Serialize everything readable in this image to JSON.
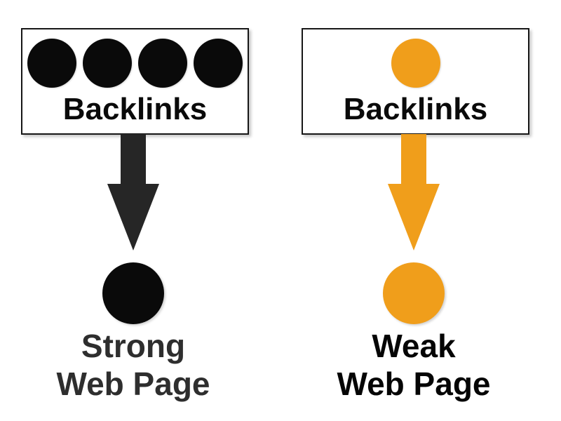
{
  "diagram": {
    "columns": [
      {
        "id": "strong",
        "box_label": "Backlinks",
        "backlink_count": 4,
        "dot_color": "#0a0a0a",
        "arrow_color": "#262626",
        "node_color": "#0a0a0a",
        "label_color": "#2e2e2e",
        "node_label_line1": "Strong",
        "node_label_line2": "Web Page"
      },
      {
        "id": "weak",
        "box_label": "Backlinks",
        "backlink_count": 1,
        "dot_color": "#f09e1b",
        "arrow_color": "#f09e1b",
        "node_color": "#f09e1b",
        "label_color": "#050505",
        "node_label_line1": "Weak",
        "node_label_line2": "Web Page"
      }
    ]
  }
}
